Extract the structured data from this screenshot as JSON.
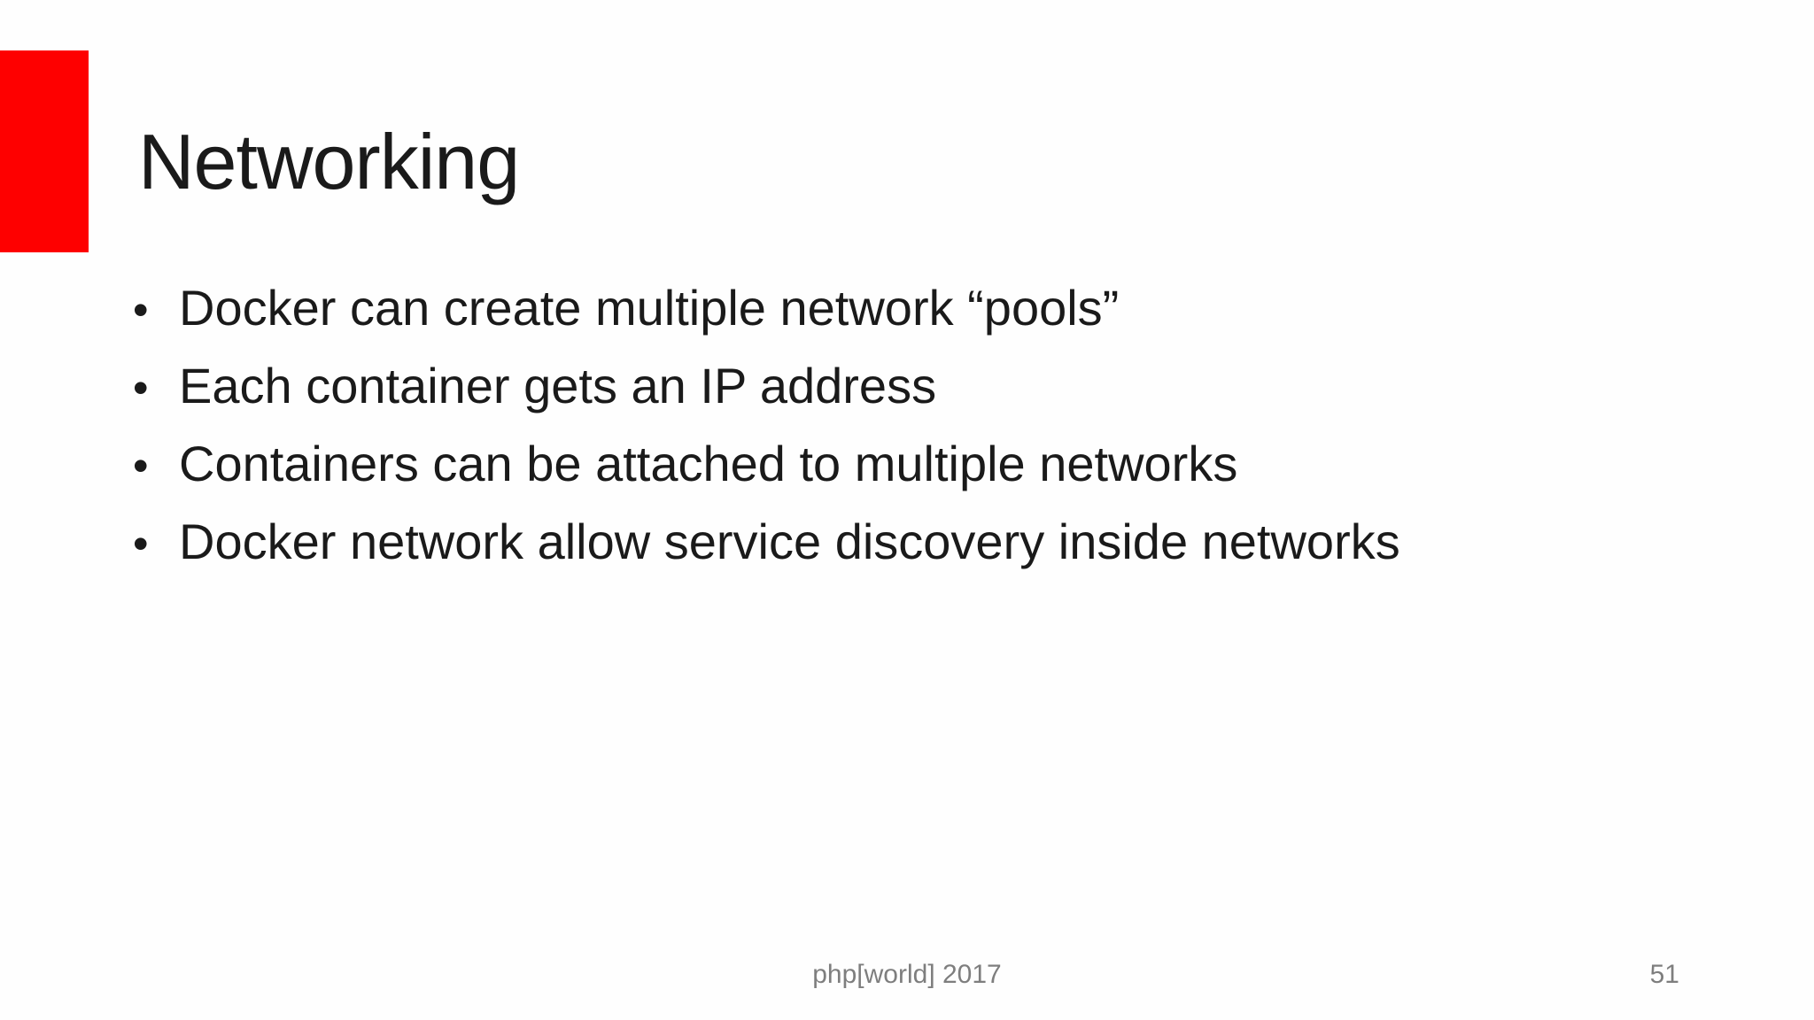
{
  "slide": {
    "title": "Networking",
    "bullet_glyph": "•",
    "bullets": [
      "Docker can create multiple network “pools”",
      "Each container gets an IP address",
      "Containers can be attached to multiple networks",
      "Docker network allow service discovery inside networks"
    ],
    "footer": {
      "conference": "php[world] 2017",
      "page_number": "51"
    },
    "colors": {
      "accent_red": "#fe0000",
      "title_text": "#1a1a1a",
      "body_text": "#1a1a1a",
      "footer_text": "#7e7e7e",
      "background": "#fefefe"
    }
  }
}
